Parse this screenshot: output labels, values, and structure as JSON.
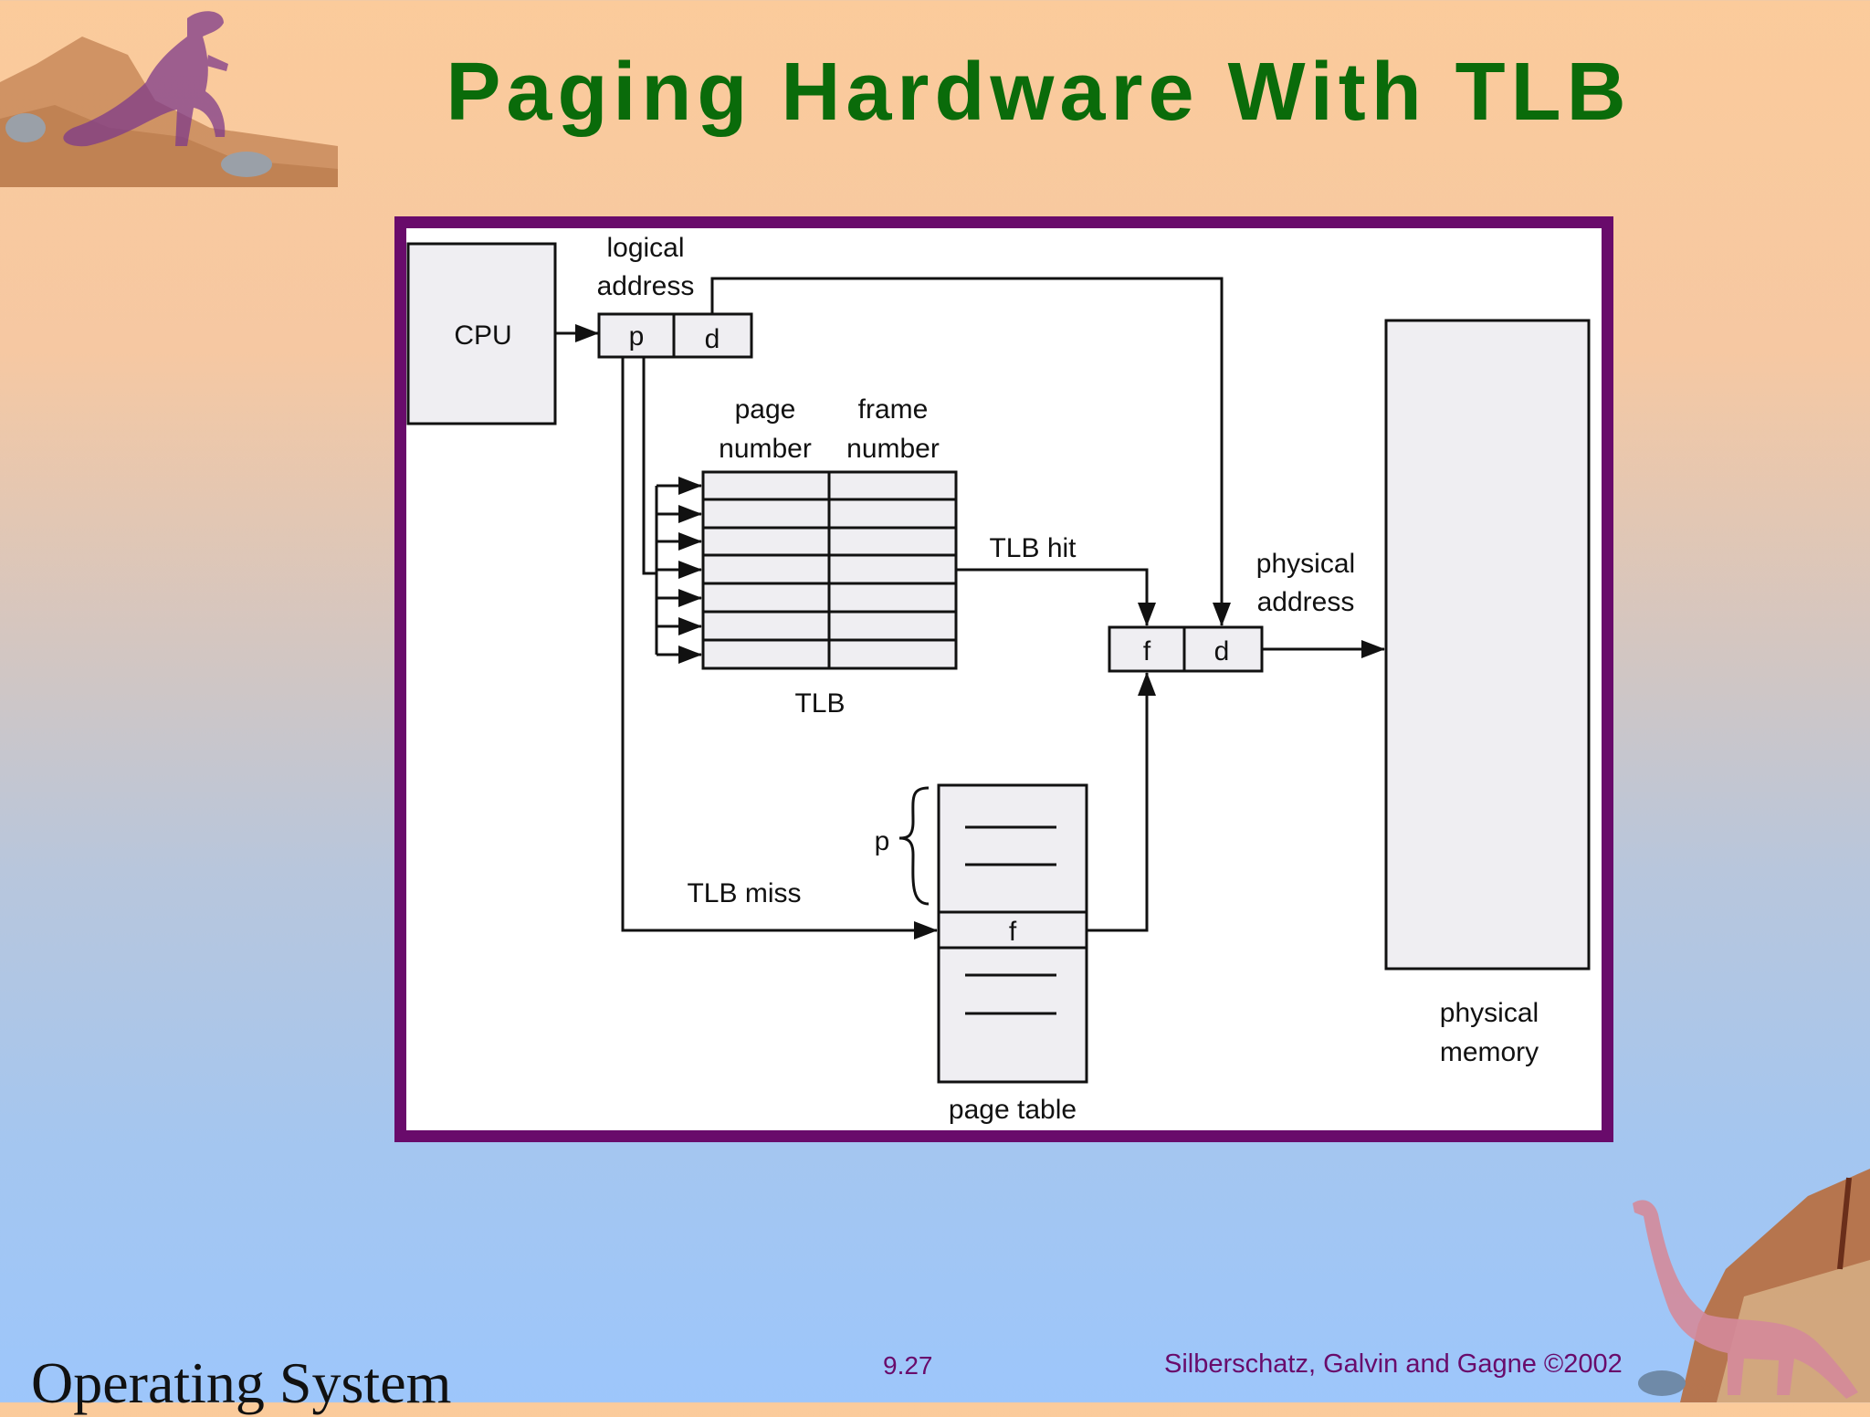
{
  "slide": {
    "title": "Paging Hardware With TLB",
    "footer_left": "Operating System",
    "page_number": "9.27",
    "copyright": "Silberschatz, Galvin and  Gagne ©2002"
  },
  "diagram": {
    "cpu": "CPU",
    "logical_address": [
      "logical",
      "address"
    ],
    "p": "p",
    "d": "d",
    "page_number_header": [
      "page",
      "number"
    ],
    "frame_number_header": [
      "frame",
      "number"
    ],
    "tlb": "TLB",
    "tlb_hit": "TLB hit",
    "tlb_miss": "TLB miss",
    "physical_address": [
      "physical",
      "address"
    ],
    "f": "f",
    "page_table": "page table",
    "physical_memory": [
      "physical",
      "memory"
    ],
    "page_table_p": "p",
    "page_table_f": "f"
  },
  "colors": {
    "title": "#0a6b0a",
    "frame": "#690b6b",
    "footer": "#690b6b"
  }
}
